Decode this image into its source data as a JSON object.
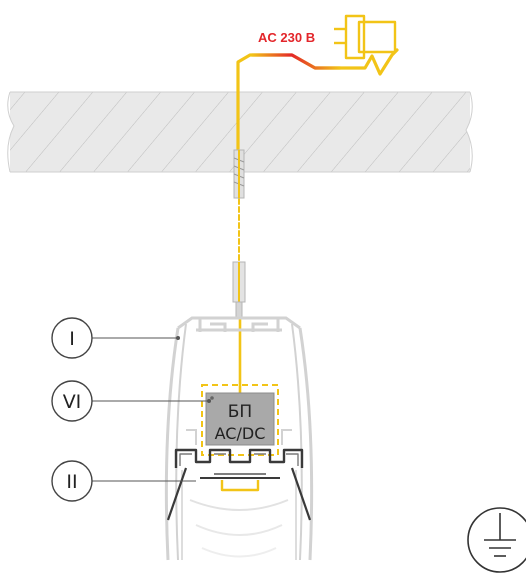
{
  "power_label": "AC 230 B",
  "callouts": {
    "one": "I",
    "six": "VI",
    "two": "II"
  },
  "power_supply": {
    "line1": "БП",
    "line2": "AC/DC"
  },
  "icons": [
    "plug-icon",
    "ground-icon"
  ],
  "colors": {
    "cable": "#f2c417",
    "power_label": "#e3262b",
    "ceiling_hatch": "#cfcfcf",
    "profile": "#d7d7d7",
    "psu_fill": "#a9a9a9",
    "psu_border": "#f2c417"
  }
}
